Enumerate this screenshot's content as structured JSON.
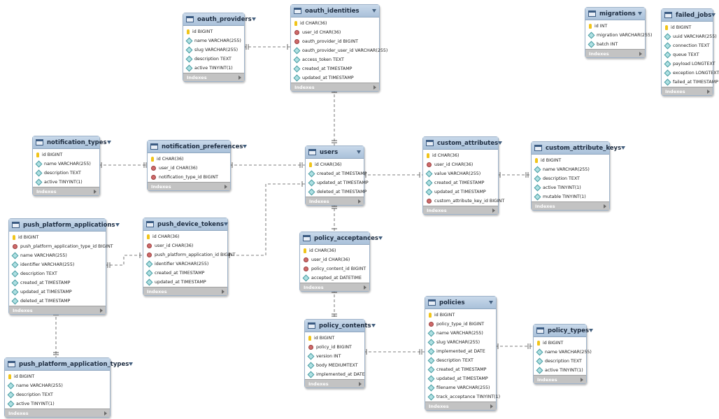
{
  "footer_label": "Indexes",
  "tables": [
    {
      "id": "oauth_providers",
      "title": "oauth_providers",
      "columns": [
        {
          "text": "id BIGINT",
          "kind": "key"
        },
        {
          "text": "name VARCHAR(255)",
          "kind": "col"
        },
        {
          "text": "slug VARCHAR(255)",
          "kind": "col"
        },
        {
          "text": "description TEXT",
          "kind": "col"
        },
        {
          "text": "active TINYINT(1)",
          "kind": "col"
        }
      ]
    },
    {
      "id": "oauth_identities",
      "title": "oauth_identities",
      "columns": [
        {
          "text": "id CHAR(36)",
          "kind": "key"
        },
        {
          "text": "user_id CHAR(36)",
          "kind": "fk"
        },
        {
          "text": "oauth_provider_id BIGINT",
          "kind": "fk"
        },
        {
          "text": "oauth_provider_user_id VARCHAR(255)",
          "kind": "col"
        },
        {
          "text": "access_token TEXT",
          "kind": "col"
        },
        {
          "text": "created_at TIMESTAMP",
          "kind": "col"
        },
        {
          "text": "updated_at TIMESTAMP",
          "kind": "col"
        }
      ]
    },
    {
      "id": "migrations",
      "title": "migrations",
      "columns": [
        {
          "text": "id INT",
          "kind": "key"
        },
        {
          "text": "migration VARCHAR(255)",
          "kind": "col"
        },
        {
          "text": "batch INT",
          "kind": "col"
        }
      ]
    },
    {
      "id": "failed_jobs",
      "title": "failed_jobs",
      "columns": [
        {
          "text": "id BIGINT",
          "kind": "key"
        },
        {
          "text": "uuid VARCHAR(255)",
          "kind": "col"
        },
        {
          "text": "connection TEXT",
          "kind": "col"
        },
        {
          "text": "queue TEXT",
          "kind": "col"
        },
        {
          "text": "payload LONGTEXT",
          "kind": "col"
        },
        {
          "text": "exception LONGTEXT",
          "kind": "col"
        },
        {
          "text": "failed_at TIMESTAMP",
          "kind": "col"
        }
      ]
    },
    {
      "id": "notification_types",
      "title": "notification_types",
      "columns": [
        {
          "text": "id BIGINT",
          "kind": "key"
        },
        {
          "text": "name VARCHAR(255)",
          "kind": "col"
        },
        {
          "text": "description TEXT",
          "kind": "col"
        },
        {
          "text": "active TINYINT(1)",
          "kind": "col"
        }
      ]
    },
    {
      "id": "notification_preferences",
      "title": "notification_preferences",
      "columns": [
        {
          "text": "id CHAR(36)",
          "kind": "key"
        },
        {
          "text": "user_id CHAR(36)",
          "kind": "fk"
        },
        {
          "text": "notification_type_id BIGINT",
          "kind": "fk"
        }
      ]
    },
    {
      "id": "users",
      "title": "users",
      "columns": [
        {
          "text": "id CHAR(36)",
          "kind": "key"
        },
        {
          "text": "created_at TIMESTAMP",
          "kind": "col"
        },
        {
          "text": "updated_at TIMESTAMP",
          "kind": "col"
        },
        {
          "text": "deleted_at TIMESTAMP",
          "kind": "col"
        }
      ]
    },
    {
      "id": "custom_attributes",
      "title": "custom_attributes",
      "columns": [
        {
          "text": "id CHAR(36)",
          "kind": "key"
        },
        {
          "text": "user_id CHAR(36)",
          "kind": "fk"
        },
        {
          "text": "value VARCHAR(255)",
          "kind": "col"
        },
        {
          "text": "created_at TIMESTAMP",
          "kind": "col"
        },
        {
          "text": "updated_at TIMESTAMP",
          "kind": "col"
        },
        {
          "text": "custom_attribute_key_id BIGINT",
          "kind": "fk"
        }
      ]
    },
    {
      "id": "custom_attribute_keys",
      "title": "custom_attribute_keys",
      "columns": [
        {
          "text": "id BIGINT",
          "kind": "key"
        },
        {
          "text": "name VARCHAR(255)",
          "kind": "col"
        },
        {
          "text": "description TEXT",
          "kind": "col"
        },
        {
          "text": "active TINYINT(1)",
          "kind": "col"
        },
        {
          "text": "mutable TINYINT(1)",
          "kind": "col"
        }
      ]
    },
    {
      "id": "push_platform_applications",
      "title": "push_platform_applications",
      "columns": [
        {
          "text": "id BIGINT",
          "kind": "key"
        },
        {
          "text": "push_platform_application_type_id BIGINT",
          "kind": "fk"
        },
        {
          "text": "name VARCHAR(255)",
          "kind": "col"
        },
        {
          "text": "identifier VARCHAR(255)",
          "kind": "col"
        },
        {
          "text": "description TEXT",
          "kind": "col"
        },
        {
          "text": "created_at TIMESTAMP",
          "kind": "col"
        },
        {
          "text": "updated_at TIMESTAMP",
          "kind": "col"
        },
        {
          "text": "deleted_at TIMESTAMP",
          "kind": "col"
        }
      ]
    },
    {
      "id": "push_device_tokens",
      "title": "push_device_tokens",
      "columns": [
        {
          "text": "id CHAR(36)",
          "kind": "key"
        },
        {
          "text": "user_id CHAR(36)",
          "kind": "fk"
        },
        {
          "text": "push_platform_application_id BIGINT",
          "kind": "fk"
        },
        {
          "text": "identifier VARCHAR(255)",
          "kind": "col"
        },
        {
          "text": "created_at TIMESTAMP",
          "kind": "col"
        },
        {
          "text": "updated_at TIMESTAMP",
          "kind": "col"
        }
      ]
    },
    {
      "id": "policy_acceptances",
      "title": "policy_acceptances",
      "columns": [
        {
          "text": "id CHAR(36)",
          "kind": "key"
        },
        {
          "text": "user_id CHAR(36)",
          "kind": "fk"
        },
        {
          "text": "policy_content_id BIGINT",
          "kind": "fk"
        },
        {
          "text": "accepted_at DATETIME",
          "kind": "col"
        }
      ]
    },
    {
      "id": "policies",
      "title": "policies",
      "columns": [
        {
          "text": "id BIGINT",
          "kind": "key"
        },
        {
          "text": "policy_type_id BIGINT",
          "kind": "fk"
        },
        {
          "text": "name VARCHAR(255)",
          "kind": "col"
        },
        {
          "text": "slug VARCHAR(255)",
          "kind": "col"
        },
        {
          "text": "implemented_at DATE",
          "kind": "col"
        },
        {
          "text": "description TEXT",
          "kind": "col"
        },
        {
          "text": "created_at TIMESTAMP",
          "kind": "col"
        },
        {
          "text": "updated_at TIMESTAMP",
          "kind": "col"
        },
        {
          "text": "filename VARCHAR(255)",
          "kind": "col"
        },
        {
          "text": "track_acceptance TINYINT(1)",
          "kind": "col"
        }
      ]
    },
    {
      "id": "policy_contents",
      "title": "policy_contents",
      "columns": [
        {
          "text": "id BIGINT",
          "kind": "key"
        },
        {
          "text": "policy_id BIGINT",
          "kind": "fk"
        },
        {
          "text": "version INT",
          "kind": "col"
        },
        {
          "text": "body MEDIUMTEXT",
          "kind": "col"
        },
        {
          "text": "implemented_at DATE",
          "kind": "col"
        }
      ]
    },
    {
      "id": "policy_types",
      "title": "policy_types",
      "columns": [
        {
          "text": "id BIGINT",
          "kind": "key"
        },
        {
          "text": "name VARCHAR(255)",
          "kind": "col"
        },
        {
          "text": "description TEXT",
          "kind": "col"
        },
        {
          "text": "active TINYINT(1)",
          "kind": "col"
        }
      ]
    },
    {
      "id": "push_platform_application_types",
      "title": "push_platform_application_types",
      "columns": [
        {
          "text": "id BIGINT",
          "kind": "key"
        },
        {
          "text": "name VARCHAR(255)",
          "kind": "col"
        },
        {
          "text": "description TEXT",
          "kind": "col"
        },
        {
          "text": "active TINYINT(1)",
          "kind": "col"
        }
      ]
    }
  ]
}
